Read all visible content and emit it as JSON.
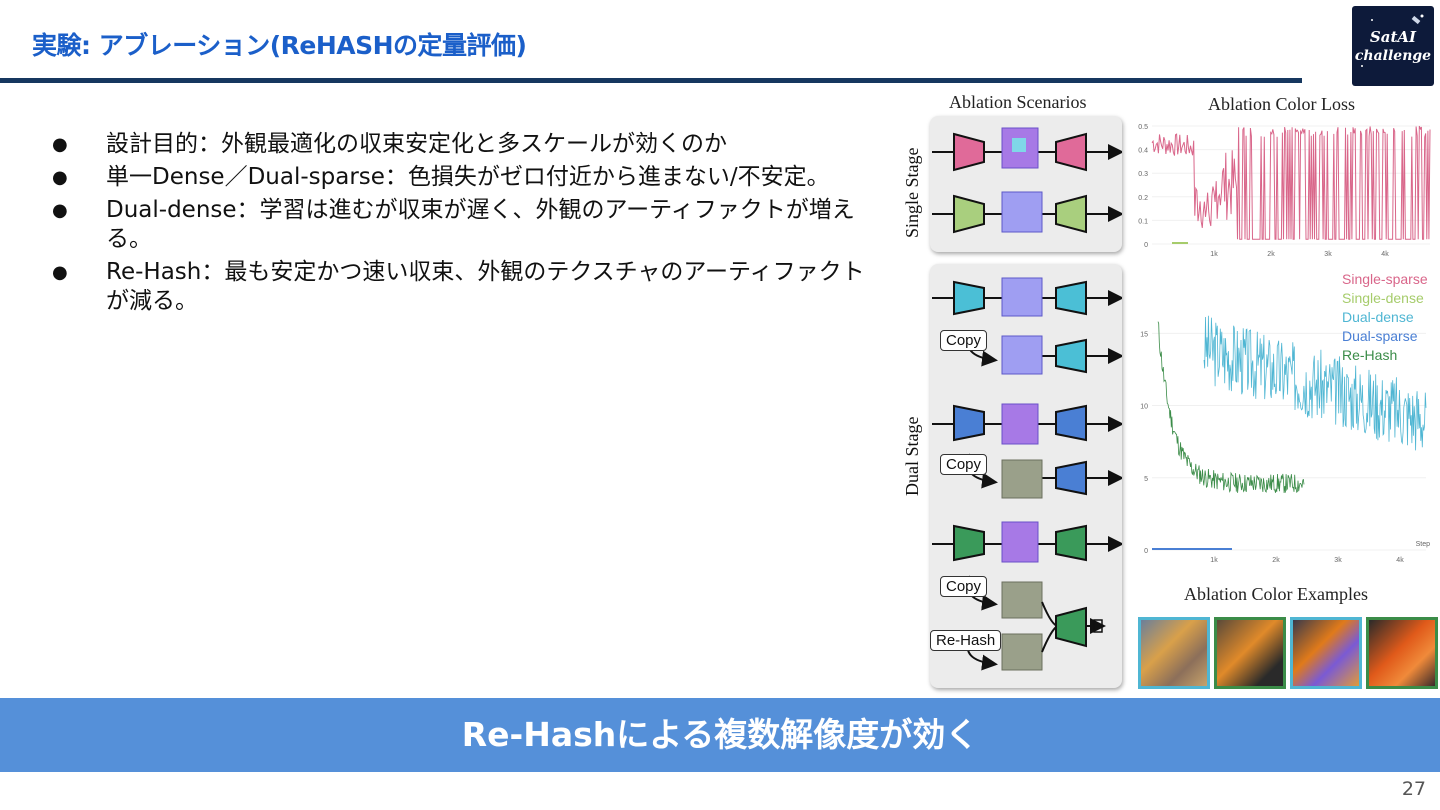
{
  "header": {
    "title": "実験: アブレーション(ReHASHの定量評価)",
    "logo_text_1": "SatAI",
    "logo_text_2": "challenge"
  },
  "bullets": [
    "設計目的：外観最適化の収束安定化と多スケールが効くのか",
    "単一Dense／Dual-sparse：色損失がゼロ付近から進まない/不安定。",
    "Dual-dense：学習は進むが収束が遅く、外観のアーティファクトが増える。",
    "Re-Hash：最も安定かつ速い収束、外観のテクスチャのアーティファクトが減る。"
  ],
  "figure": {
    "scenarios_title": "Ablation Scenarios",
    "loss_title": "Ablation Color Loss",
    "examples_title": "Ablation Color Examples",
    "single_stage": "Single Stage",
    "dual_stage": "Dual Stage",
    "copy_label": "Copy",
    "rehash_label": "Re-Hash"
  },
  "chart_data": [
    {
      "type": "line",
      "title": "",
      "xlabel": "",
      "ylabel": "",
      "x_ticks": [
        "1k",
        "2k",
        "3k",
        "4k"
      ],
      "y_ticks": [
        "0",
        "0.1",
        "0.2",
        "0.3",
        "0.4",
        "0.5"
      ],
      "ylim": [
        0,
        0.5
      ],
      "series": [
        {
          "name": "Single-sparse",
          "color": "#d9668a"
        },
        {
          "name": "Single-dense",
          "color": "#a6cc6b",
          "values": [
            0,
            0,
            0
          ]
        }
      ]
    },
    {
      "type": "line",
      "title": "",
      "xlabel": "Step",
      "ylabel": "",
      "x_ticks": [
        "1k",
        "2k",
        "3k",
        "4k"
      ],
      "y_ticks": [
        "0",
        "5",
        "10",
        "15"
      ],
      "ylim": [
        0,
        18
      ],
      "legend": "top-right",
      "series": [
        {
          "name": "Single-sparse",
          "color": "#d9668a"
        },
        {
          "name": "Single-dense",
          "color": "#a6cc6b"
        },
        {
          "name": "Dual-dense",
          "color": "#4fb6d3"
        },
        {
          "name": "Dual-sparse",
          "color": "#4a7fd4"
        },
        {
          "name": "Re-Hash",
          "color": "#3b8c48"
        }
      ]
    }
  ],
  "banner": "Re-Hashによる複数解像度が効く",
  "page_number": "27"
}
